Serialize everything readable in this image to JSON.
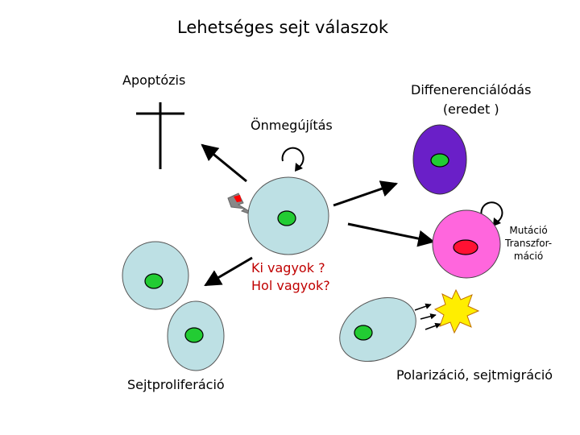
{
  "title": "Lehetséges sejt válaszok",
  "labels": {
    "apoptosis": "Apoptózis",
    "self_renewal": "Önmegújítás",
    "differentiation_line1": "Diffenerenciálódás",
    "differentiation_line2": "(eredet )",
    "who_line1": "Ki vagyok ?",
    "where_line2": "Hol vagyok?",
    "mutation_line1": "Mutáció",
    "mutation_line2": "Transzfor-",
    "mutation_line3": "máció",
    "proliferation": "Sejtproliferáció",
    "polarization": "Polarizáció, sejtmigráció"
  },
  "colors": {
    "cell_fill": "#bde0e4",
    "nucleus_green": "#22cc33",
    "purple_cell": "#6a1fc8",
    "pink_cell": "#ff66dd",
    "red_nucleus": "#ff1133",
    "star_yellow": "#ffee00",
    "question_red": "#c00000"
  },
  "icons": [
    "cross-icon",
    "lightning-icon",
    "rotate-arrow-icon",
    "star-burst-icon",
    "motion-arrows-icon"
  ]
}
